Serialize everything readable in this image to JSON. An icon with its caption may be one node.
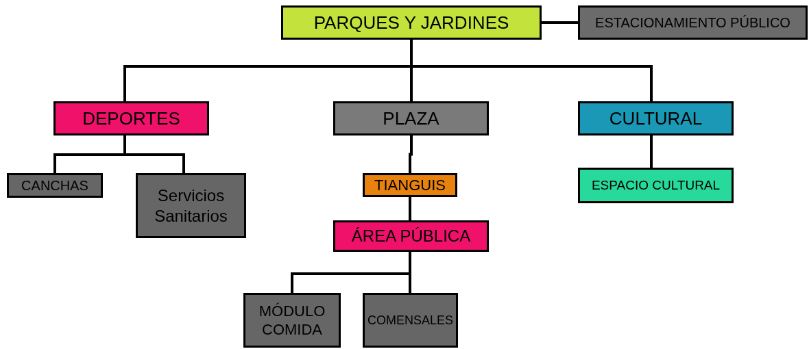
{
  "diagram": {
    "nodes": [
      {
        "text": [
          "PARQUES Y JARDINES"
        ]
      },
      {
        "text": [
          "ESTACIONAMIENTO PÚBLICO"
        ]
      },
      {
        "text": [
          "DEPORTES"
        ]
      },
      {
        "text": [
          "PLAZA"
        ]
      },
      {
        "text": [
          "CULTURAL"
        ]
      },
      {
        "text": [
          "CANCHAS"
        ]
      },
      {
        "text": [
          "Servicios Sanitarios"
        ]
      },
      {
        "text": [
          "TIANGUIS"
        ]
      },
      {
        "text": [
          "ESPACIO CULTURAL"
        ]
      },
      {
        "text": [
          "ÁREA PÚBLICA"
        ]
      },
      {
        "text": [
          "MÓDULO COMIDA"
        ]
      },
      {
        "text": [
          "COMENSALES"
        ]
      }
    ],
    "edges": [
      {
        "from": 0,
        "to": 1,
        "arrow": "none"
      },
      {
        "from": 0,
        "to": 2,
        "arrow": "none"
      },
      {
        "from": 0,
        "to": 3,
        "arrow": "none"
      },
      {
        "from": 0,
        "to": 4,
        "arrow": "none"
      },
      {
        "from": 2,
        "to": 5,
        "arrow": "none"
      },
      {
        "from": 2,
        "to": 6,
        "arrow": "none"
      },
      {
        "from": 3,
        "to": 7,
        "arrow": "none"
      },
      {
        "from": 4,
        "to": 8,
        "arrow": "none"
      },
      {
        "from": 7,
        "to": 9,
        "arrow": "none"
      },
      {
        "from": 9,
        "to": 10,
        "arrow": "none"
      },
      {
        "from": 9,
        "to": 11,
        "arrow": "none"
      }
    ]
  }
}
